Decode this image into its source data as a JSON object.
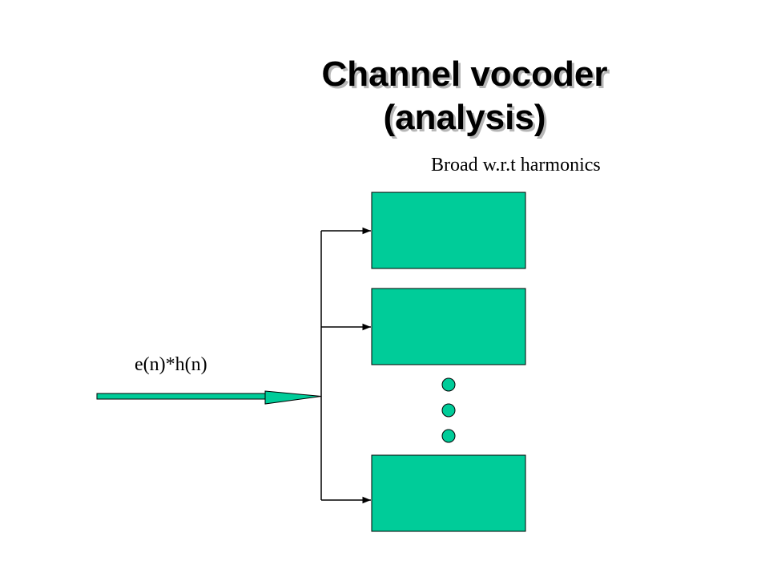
{
  "slide": {
    "title_line1": "Channel vocoder",
    "title_line2": "(analysis)",
    "note": "Broad w.r.t harmonics",
    "signal_label": "e(n)*h(n)"
  },
  "colors": {
    "filter_fill": "#00cc99",
    "line": "#000000",
    "background": "#ffffff"
  },
  "diagram": {
    "filter_boxes_shown": 3,
    "ellipsis_dots": 3
  }
}
